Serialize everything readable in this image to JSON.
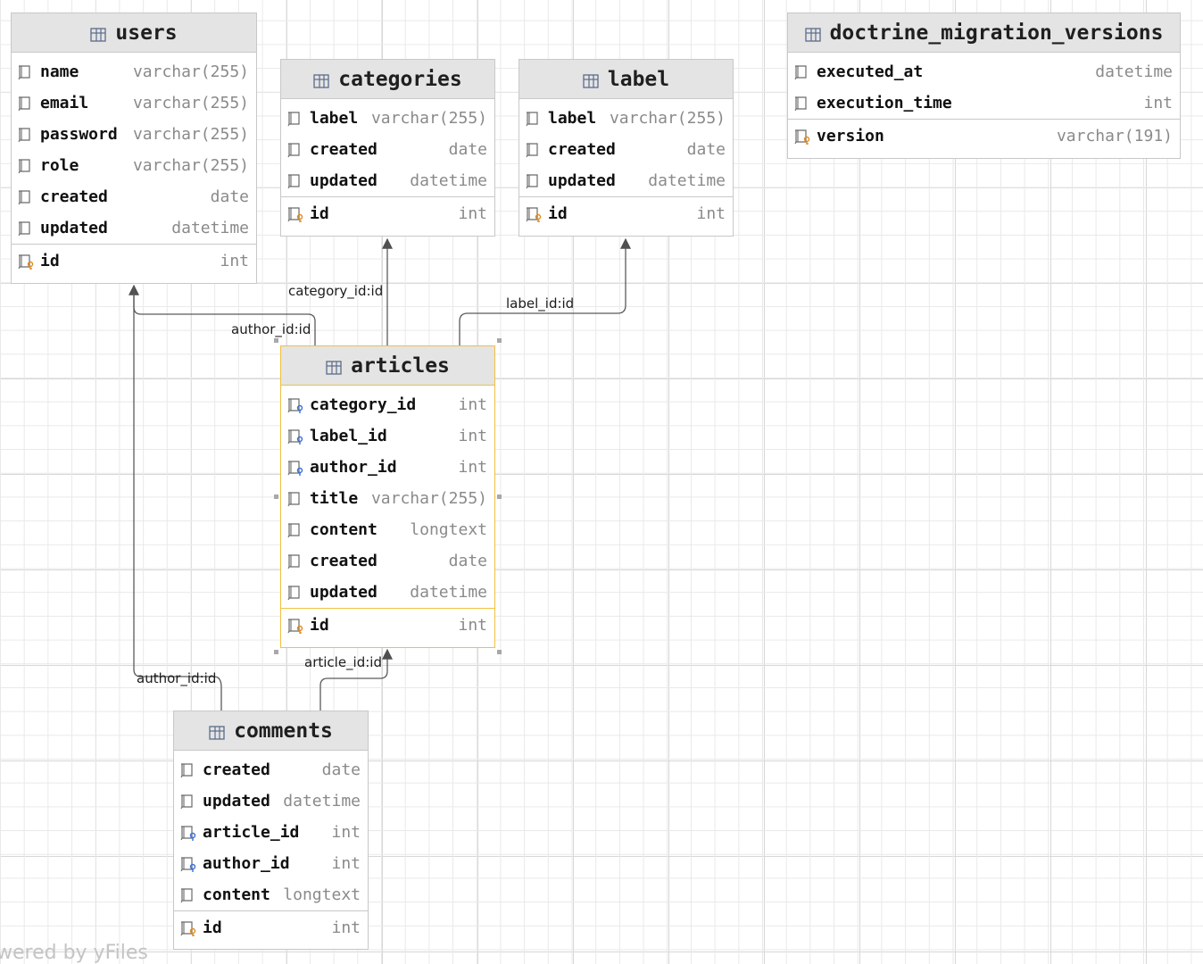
{
  "tables": {
    "users": {
      "name": "users",
      "columns": [
        {
          "name": "name",
          "type": "varchar(255)"
        },
        {
          "name": "email",
          "type": "varchar(255)"
        },
        {
          "name": "password",
          "type": "varchar(255)"
        },
        {
          "name": "role",
          "type": "varchar(255)"
        },
        {
          "name": "created",
          "type": "date"
        },
        {
          "name": "updated",
          "type": "datetime"
        }
      ],
      "pk": {
        "name": "id",
        "type": "int"
      }
    },
    "categories": {
      "name": "categories",
      "columns": [
        {
          "name": "label",
          "type": "varchar(255)"
        },
        {
          "name": "created",
          "type": "date"
        },
        {
          "name": "updated",
          "type": "datetime"
        }
      ],
      "pk": {
        "name": "id",
        "type": "int"
      }
    },
    "label": {
      "name": "label",
      "columns": [
        {
          "name": "label",
          "type": "varchar(255)"
        },
        {
          "name": "created",
          "type": "date"
        },
        {
          "name": "updated",
          "type": "datetime"
        }
      ],
      "pk": {
        "name": "id",
        "type": "int"
      }
    },
    "doctrine_migration_versions": {
      "name": "doctrine_migration_versions",
      "columns": [
        {
          "name": "executed_at",
          "type": "datetime"
        },
        {
          "name": "execution_time",
          "type": "int"
        }
      ],
      "pk": {
        "name": "version",
        "type": "varchar(191)"
      }
    },
    "articles": {
      "name": "articles",
      "columns": [
        {
          "name": "category_id",
          "type": "int"
        },
        {
          "name": "label_id",
          "type": "int"
        },
        {
          "name": "author_id",
          "type": "int"
        },
        {
          "name": "title",
          "type": "varchar(255)"
        },
        {
          "name": "content",
          "type": "longtext"
        },
        {
          "name": "created",
          "type": "date"
        },
        {
          "name": "updated",
          "type": "datetime"
        }
      ],
      "pk": {
        "name": "id",
        "type": "int"
      }
    },
    "comments": {
      "name": "comments",
      "columns": [
        {
          "name": "created",
          "type": "date"
        },
        {
          "name": "updated",
          "type": "datetime"
        },
        {
          "name": "article_id",
          "type": "int"
        },
        {
          "name": "author_id",
          "type": "int"
        },
        {
          "name": "content",
          "type": "longtext"
        }
      ],
      "pk": {
        "name": "id",
        "type": "int"
      }
    }
  },
  "relations": {
    "articles_users": "author_id:id",
    "articles_categories": "category_id:id",
    "articles_label": "label_id:id",
    "comments_articles": "article_id:id",
    "comments_users": "author_id:id"
  },
  "watermark": "wered by yFiles",
  "colors": {
    "selected_border": "#f0c040",
    "edge": "#555555",
    "fk_icon": "#3b6fd6",
    "pk_icon": "#e08a20"
  }
}
